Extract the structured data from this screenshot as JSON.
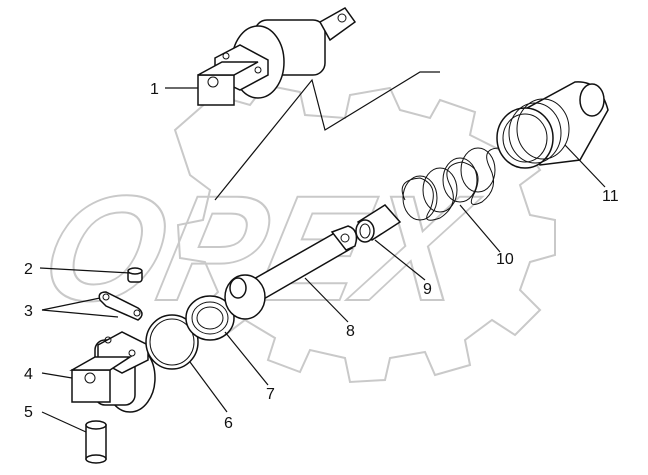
{
  "watermark": {
    "text": "OPEX",
    "color": "#c9c9c9"
  },
  "corner_mark": "",
  "callouts": [
    {
      "id": "1",
      "text": "1"
    },
    {
      "id": "2",
      "text": "2"
    },
    {
      "id": "3",
      "text": "3"
    },
    {
      "id": "4",
      "text": "4"
    },
    {
      "id": "5",
      "text": "5"
    },
    {
      "id": "6",
      "text": "6"
    },
    {
      "id": "7",
      "text": "7"
    },
    {
      "id": "8",
      "text": "8"
    },
    {
      "id": "9",
      "text": "9"
    },
    {
      "id": "10",
      "text": "10"
    },
    {
      "id": "11",
      "text": "11"
    }
  ]
}
